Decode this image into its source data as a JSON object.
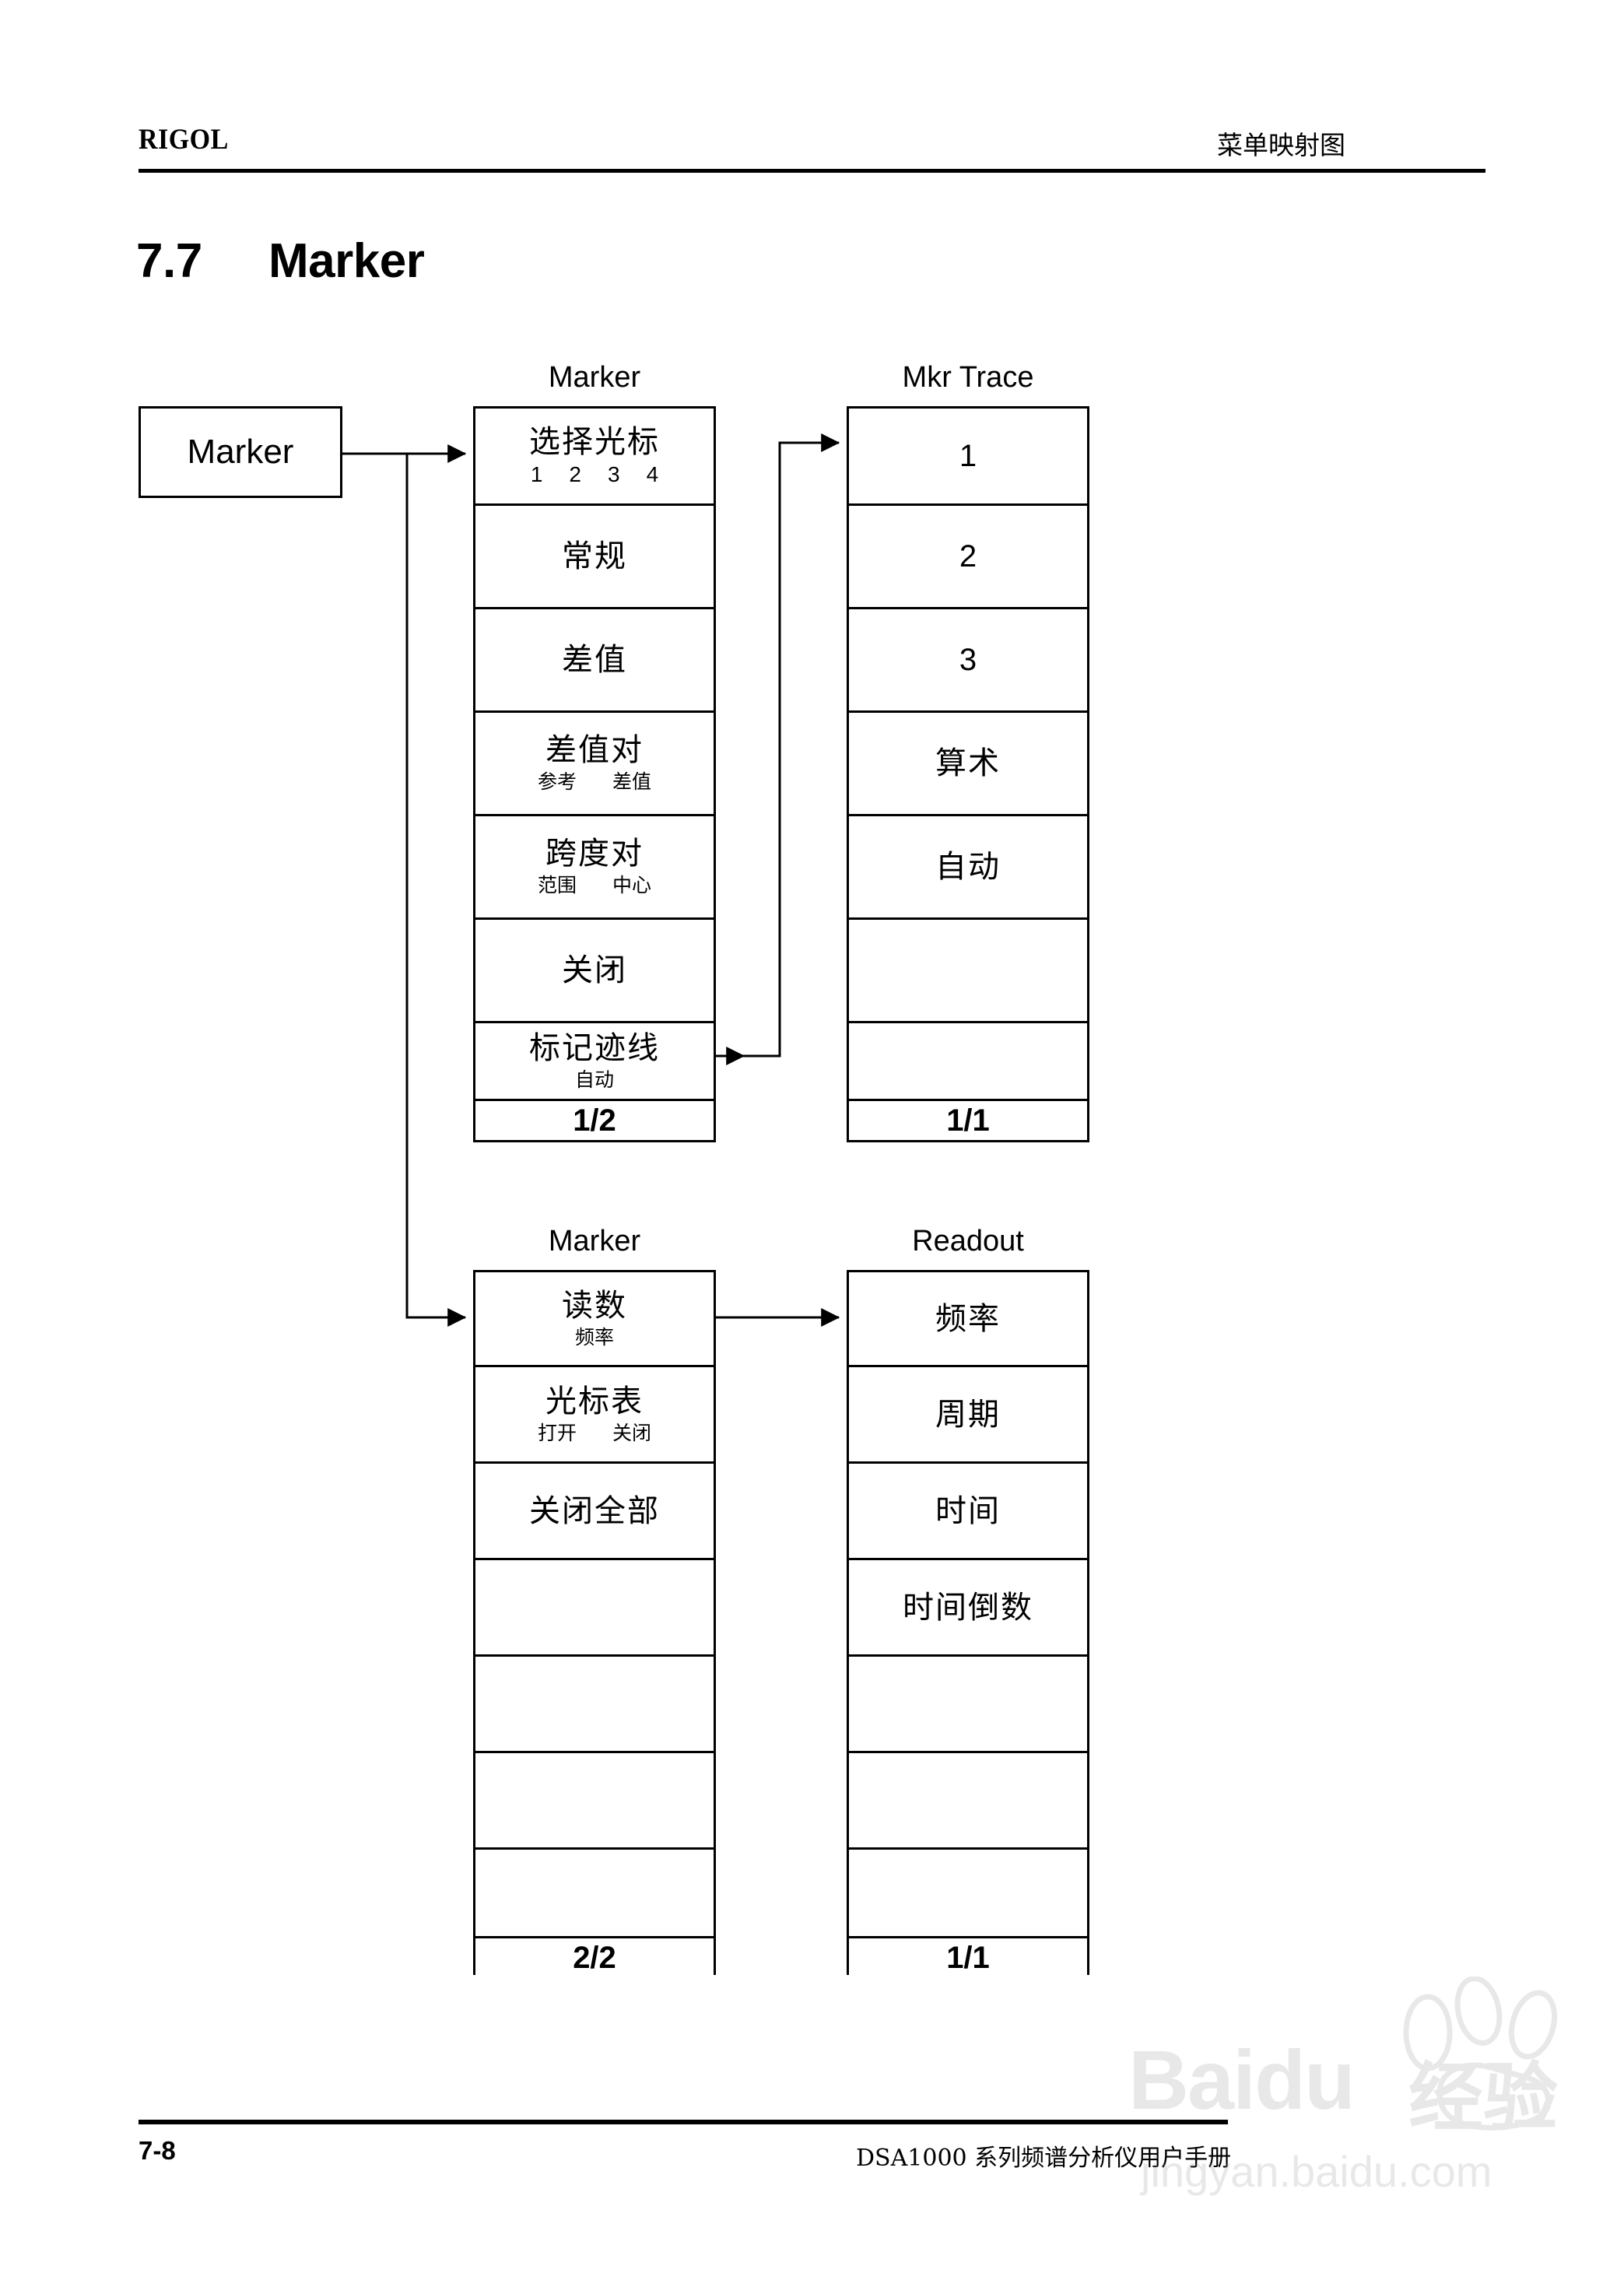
{
  "header": {
    "brand": "RIGOL",
    "chapter_title": "菜单映射图"
  },
  "section": {
    "number": "7.7",
    "title": "Marker"
  },
  "footer": {
    "page_number": "7-8",
    "manual_title": "DSA1000 系列频谱分析仪用户手册"
  },
  "watermark": {
    "brand": "Baidu",
    "brand_cn": "经验",
    "url": "jingyan.baidu.com"
  },
  "hardkey": {
    "label": "Marker"
  },
  "columns": [
    {
      "caption": "Marker",
      "page_indicator": "1/2",
      "rows": [
        {
          "main": "选择光标",
          "sub": [
            "1",
            "2",
            "3",
            "4"
          ],
          "sub_style": "digits"
        },
        {
          "main": "常规",
          "sub": []
        },
        {
          "main": "差值",
          "sub": []
        },
        {
          "main": "差值对",
          "sub": [
            "参考",
            "差值"
          ]
        },
        {
          "main": "跨度对",
          "sub": [
            "范围",
            "中心"
          ]
        },
        {
          "main": "关闭",
          "sub": []
        },
        {
          "main": "标记迹线",
          "sub": [
            "自动"
          ]
        }
      ]
    },
    {
      "caption": "Mkr Trace",
      "page_indicator": "1/1",
      "rows": [
        {
          "main": "1",
          "latin": true,
          "sub": []
        },
        {
          "main": "2",
          "latin": true,
          "sub": []
        },
        {
          "main": "3",
          "latin": true,
          "sub": []
        },
        {
          "main": "算术",
          "sub": []
        },
        {
          "main": "自动",
          "sub": []
        },
        {
          "main": "",
          "sub": []
        },
        {
          "main": "",
          "sub": []
        }
      ]
    },
    {
      "caption": "Marker",
      "page_indicator": "2/2",
      "rows": [
        {
          "main": "读数",
          "sub": [
            "频率"
          ]
        },
        {
          "main": "光标表",
          "sub": [
            "打开",
            "关闭"
          ]
        },
        {
          "main": "关闭全部",
          "sub": []
        },
        {
          "main": "",
          "sub": []
        },
        {
          "main": "",
          "sub": []
        },
        {
          "main": "",
          "sub": []
        },
        {
          "main": "",
          "sub": []
        }
      ]
    },
    {
      "caption": "Readout",
      "page_indicator": "1/1",
      "rows": [
        {
          "main": "频率",
          "sub": []
        },
        {
          "main": "周期",
          "sub": []
        },
        {
          "main": "时间",
          "sub": []
        },
        {
          "main": "时间倒数",
          "sub": []
        },
        {
          "main": "",
          "sub": []
        },
        {
          "main": "",
          "sub": []
        },
        {
          "main": "",
          "sub": []
        }
      ]
    }
  ]
}
